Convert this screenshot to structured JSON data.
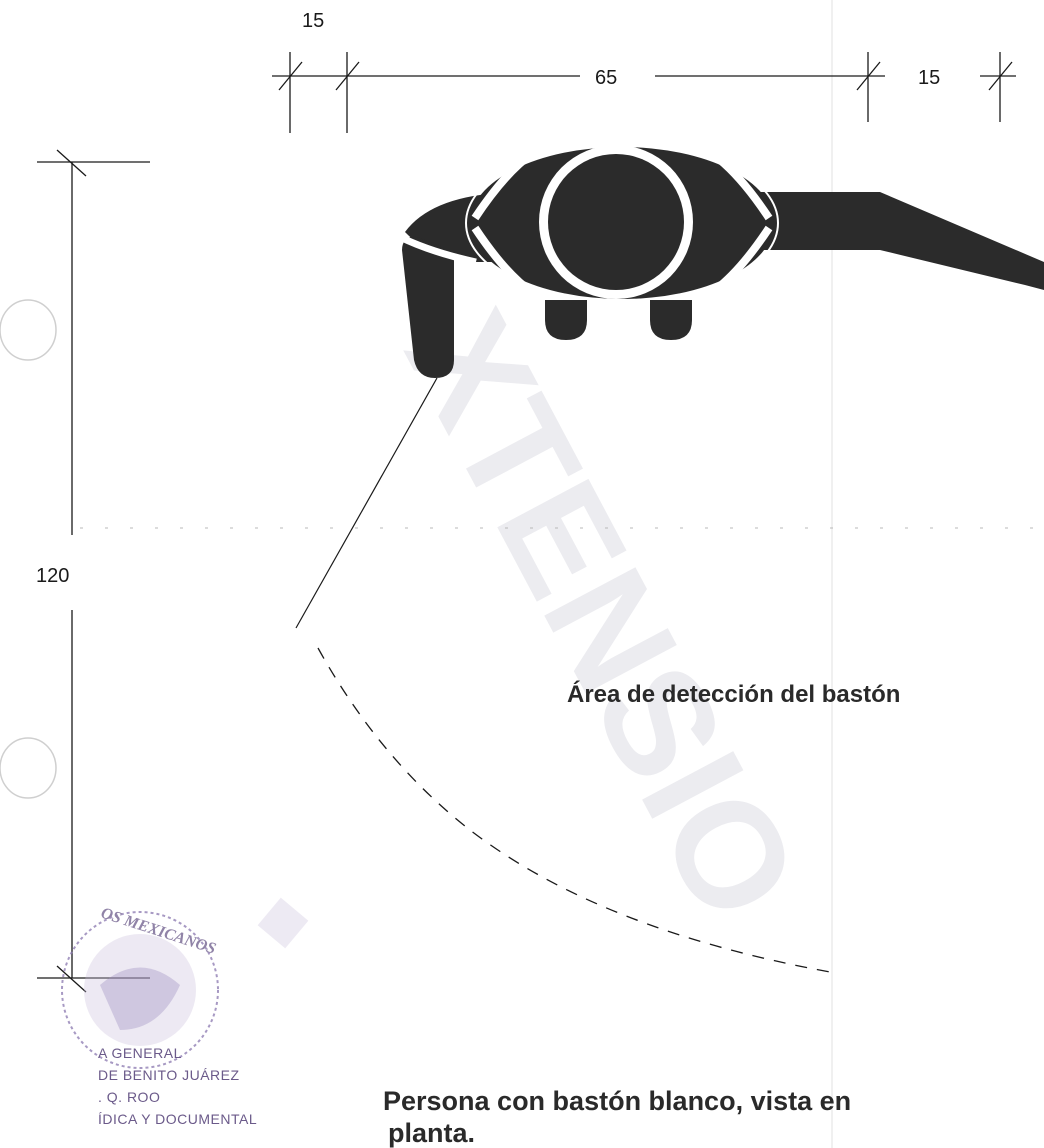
{
  "dimensions": {
    "left_offset": "15",
    "body_width": "65",
    "right_offset": "15",
    "reach_length": "120"
  },
  "labels": {
    "detection_area": "Área de detección del bastón",
    "caption_line1": "Persona con bastón blanco, vista en",
    "caption_line2": "planta."
  },
  "stamp": {
    "ring_text": "OS MEXICANOS",
    "lines": [
      "A GENERAL",
      "DE BENITO JUÁREZ",
      ". Q. ROO",
      "ÍDICA Y DOCUMENTAL"
    ]
  },
  "watermark": {
    "text": "XTENSIO"
  },
  "colors": {
    "figure": "#2b2b2b",
    "line": "#1a1a1a",
    "stamp": "#7a68a0",
    "watermark": "#e6e6ea"
  }
}
